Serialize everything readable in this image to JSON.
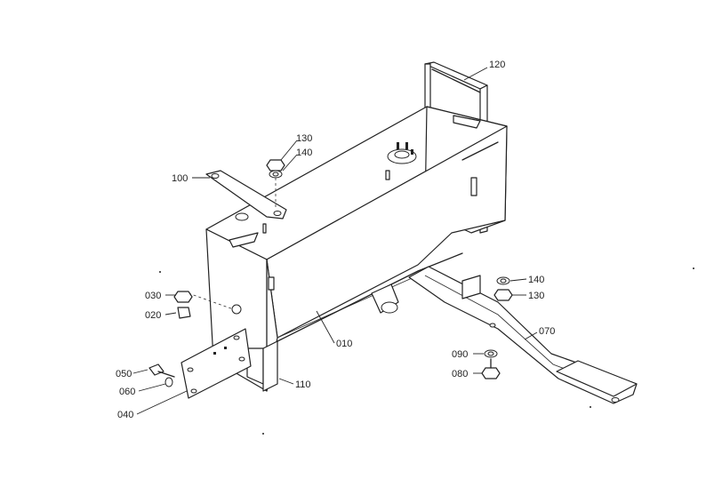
{
  "callouts": {
    "c010": "010",
    "c020": "020",
    "c030": "030",
    "c040": "040",
    "c050": "050",
    "c060": "060",
    "c070": "070",
    "c080": "080",
    "c090": "090",
    "c100": "100",
    "c110": "110",
    "c120": "120",
    "c130a": "130",
    "c140a": "140",
    "c130b": "130",
    "c140b": "140"
  }
}
